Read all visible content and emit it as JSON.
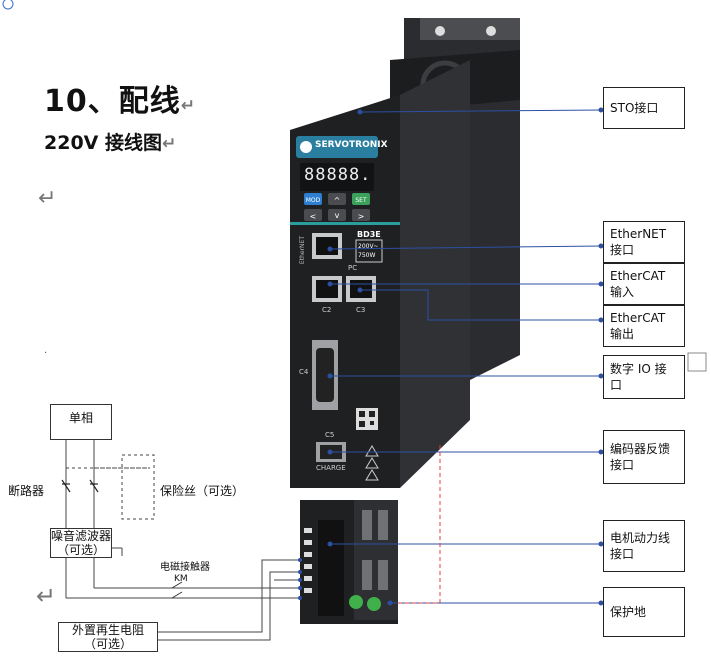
{
  "heading": {
    "title": "10、配线",
    "return_mark": "↵"
  },
  "subheading": {
    "title": "220V 接线图",
    "return_mark": "↵"
  },
  "stray_marks": {
    "return_left_upper": "↵",
    "return_left_lower": "↵",
    "dot": "."
  },
  "drive": {
    "brand": "SERVOTRONIX",
    "display": "88888.",
    "buttons": {
      "mod": "MOD",
      "set": "SET"
    },
    "model": "BD3E",
    "rating_v": "200V~",
    "rating_w": "750W",
    "port_labels": {
      "ethernet": "EtherNET",
      "pc": "PC",
      "c2": "C2",
      "c3": "C3",
      "c4": "C4",
      "c5": "C5",
      "charge": "CHARGE"
    }
  },
  "callouts": [
    {
      "id": "sto",
      "label": "STO接口"
    },
    {
      "id": "ethernet",
      "label": "EtherNET 接口"
    },
    {
      "id": "ethercat-in",
      "label": "EtherCAT 输入"
    },
    {
      "id": "ethercat-out",
      "label": "EtherCAT 输出"
    },
    {
      "id": "digital-io",
      "label": "数字 IO 接口"
    },
    {
      "id": "encoder",
      "label": "编码器反馈接口"
    },
    {
      "id": "motor-power",
      "label": "电机动力线接口"
    },
    {
      "id": "ground",
      "label": "保护地"
    }
  ],
  "wiring": {
    "single_phase": "单相",
    "breaker": "断路器",
    "fuse": "保险丝（可选）",
    "noise_filter": "噪音滤波器",
    "noise_filter_optional": "（可选）",
    "contactor": "电磁接触器",
    "km": "KM",
    "regen_resistor": "外置再生电阻",
    "regen_optional": "（可选）"
  }
}
